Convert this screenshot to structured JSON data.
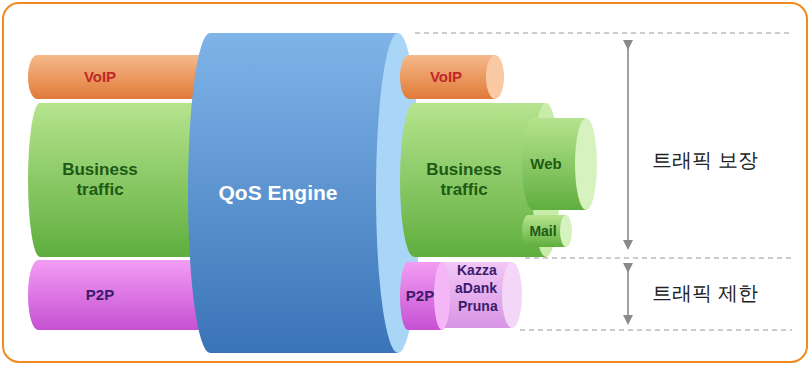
{
  "diagram": {
    "nodes": [
      {
        "text": [
          "VoIP"
        ]
      },
      {
        "text": [
          "Business traffic"
        ]
      },
      {
        "text": [
          "P2P"
        ]
      },
      {
        "text": [
          "QoS Engine"
        ]
      },
      {
        "text": [
          "VoIP"
        ]
      },
      {
        "text": [
          "Business traffic"
        ]
      },
      {
        "text": [
          "Web"
        ]
      },
      {
        "text": [
          "Mail"
        ]
      },
      {
        "text": [
          "P2P"
        ]
      }
    ],
    "labels": [
      "Kazza",
      "aDank",
      "Pruna",
      "트래픽 보장",
      "트래픽 제한"
    ]
  }
}
